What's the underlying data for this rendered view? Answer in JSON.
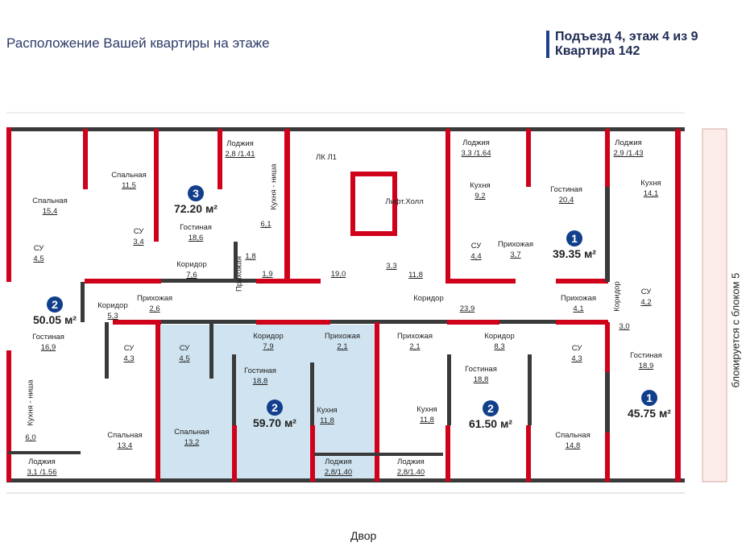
{
  "header": {
    "title": "Расположение Вашей квартиры на этаже",
    "entrance_floor": "Подъезд 4, этаж 4 из 9",
    "apartment": "Квартира 142"
  },
  "colors": {
    "accent": "#1e3f8f",
    "highlight": "#cfe3f0",
    "bearing_wall": "#d0021b",
    "wall": "#3a3a3a"
  },
  "rooms": [
    {
      "name": "Спальная",
      "area": "15,4"
    },
    {
      "name": "Спальная",
      "area": "11,5"
    },
    {
      "name": "Гостиная",
      "area": "18,6"
    },
    {
      "name": "СУ",
      "area": "4,5"
    },
    {
      "name": "СУ",
      "area": "3,4"
    },
    {
      "name": "Кухня - ниша",
      "area": ""
    },
    {
      "name": "",
      "area": "6,1"
    },
    {
      "name": "Лоджия",
      "area": "2,8 /1.41"
    },
    {
      "name": "Коридор",
      "area": "7,6"
    },
    {
      "name": "Прихожая",
      "area": ""
    },
    {
      "name": "",
      "area": "1,8"
    },
    {
      "name": "",
      "area": "1,9"
    },
    {
      "name": "ЛК Л1",
      "area": ""
    },
    {
      "name": "",
      "area": "19,0"
    },
    {
      "name": "Лифт.Холл",
      "area": ""
    },
    {
      "name": "",
      "area": "3,3"
    },
    {
      "name": "",
      "area": "11,8"
    },
    {
      "name": "Лоджия",
      "area": "3,3 /1.64"
    },
    {
      "name": "Кухня",
      "area": "9,2"
    },
    {
      "name": "СУ",
      "area": "4,4"
    },
    {
      "name": "Прихожая",
      "area": "3,7"
    },
    {
      "name": "Гостиная",
      "area": "20,4"
    },
    {
      "name": "Лоджия",
      "area": "2,9 /1.43"
    },
    {
      "name": "Кухня",
      "area": "14,1"
    },
    {
      "name": "Коридор",
      "area": ""
    },
    {
      "name": "",
      "area": "3,0"
    },
    {
      "name": "СУ",
      "area": "4,2"
    },
    {
      "name": "Прихожая",
      "area": "4,1"
    },
    {
      "name": "Коридор",
      "area": ""
    },
    {
      "name": "",
      "area": "23,9"
    },
    {
      "name": "Коридор",
      "area": "5,3"
    },
    {
      "name": "Прихожая",
      "area": "2,6"
    },
    {
      "name": "Гостиная",
      "area": "16,9"
    },
    {
      "name": "Кухня - ниша",
      "area": ""
    },
    {
      "name": "",
      "area": "6,0"
    },
    {
      "name": "Лоджия",
      "area": "3,1 /1.56"
    },
    {
      "name": "СУ",
      "area": "4,3"
    },
    {
      "name": "СУ",
      "area": "4,5"
    },
    {
      "name": "Спальная",
      "area": "13,4"
    },
    {
      "name": "Спальная",
      "area": "13,2"
    },
    {
      "name": "Коридор",
      "area": "7,9"
    },
    {
      "name": "Прихожая",
      "area": "2,1"
    },
    {
      "name": "Гостиная",
      "area": "18,8"
    },
    {
      "name": "Кухня",
      "area": "11,8"
    },
    {
      "name": "Лоджия",
      "area": "2,8/1.40"
    },
    {
      "name": "Прихожая",
      "area": "2,1"
    },
    {
      "name": "Коридор",
      "area": "8,3"
    },
    {
      "name": "Гостиная",
      "area": "18,8"
    },
    {
      "name": "Кухня",
      "area": "11,8"
    },
    {
      "name": "Лоджия",
      "area": "2,8/1.40"
    },
    {
      "name": "СУ",
      "area": "4,3"
    },
    {
      "name": "Спальная",
      "area": "14,8"
    },
    {
      "name": "Гостиная",
      "area": "18,9"
    }
  ],
  "apartments": [
    {
      "rooms": "3",
      "total": "72.20 м²"
    },
    {
      "rooms": "2",
      "total": "50.05 м²"
    },
    {
      "rooms": "1",
      "total": "39.35 м²"
    },
    {
      "rooms": "2",
      "total": "59.70 м²",
      "selected": true
    },
    {
      "rooms": "2",
      "total": "61.50 м²"
    },
    {
      "rooms": "1",
      "total": "45.75 м²"
    }
  ],
  "side_note": "блокируется с блоком 5",
  "bottom_label": "Двор"
}
